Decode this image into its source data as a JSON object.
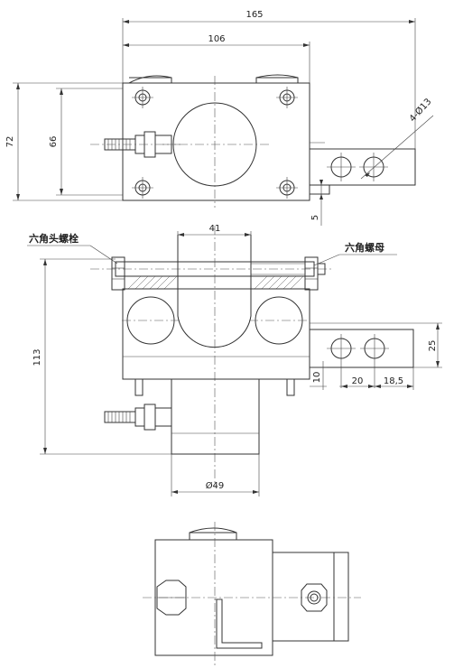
{
  "dimensions": {
    "overall_width": "165",
    "body_width": "106",
    "height_72": "72",
    "height_66": "66",
    "hole_spec": "4-Ø13",
    "offset_5": "5",
    "slot_41": "41",
    "height_113": "113",
    "bracket_25": "25",
    "bracket_10": "10",
    "pitch_20": "20",
    "pitch_18_5": "18,5",
    "diameter_49": "Ø49"
  },
  "labels": {
    "hex_bolt": "六角头螺栓",
    "hex_nut": "六角螺母"
  },
  "colors": {
    "line": "#333333",
    "shade": "#d6d6d6",
    "background": "#ffffff"
  }
}
